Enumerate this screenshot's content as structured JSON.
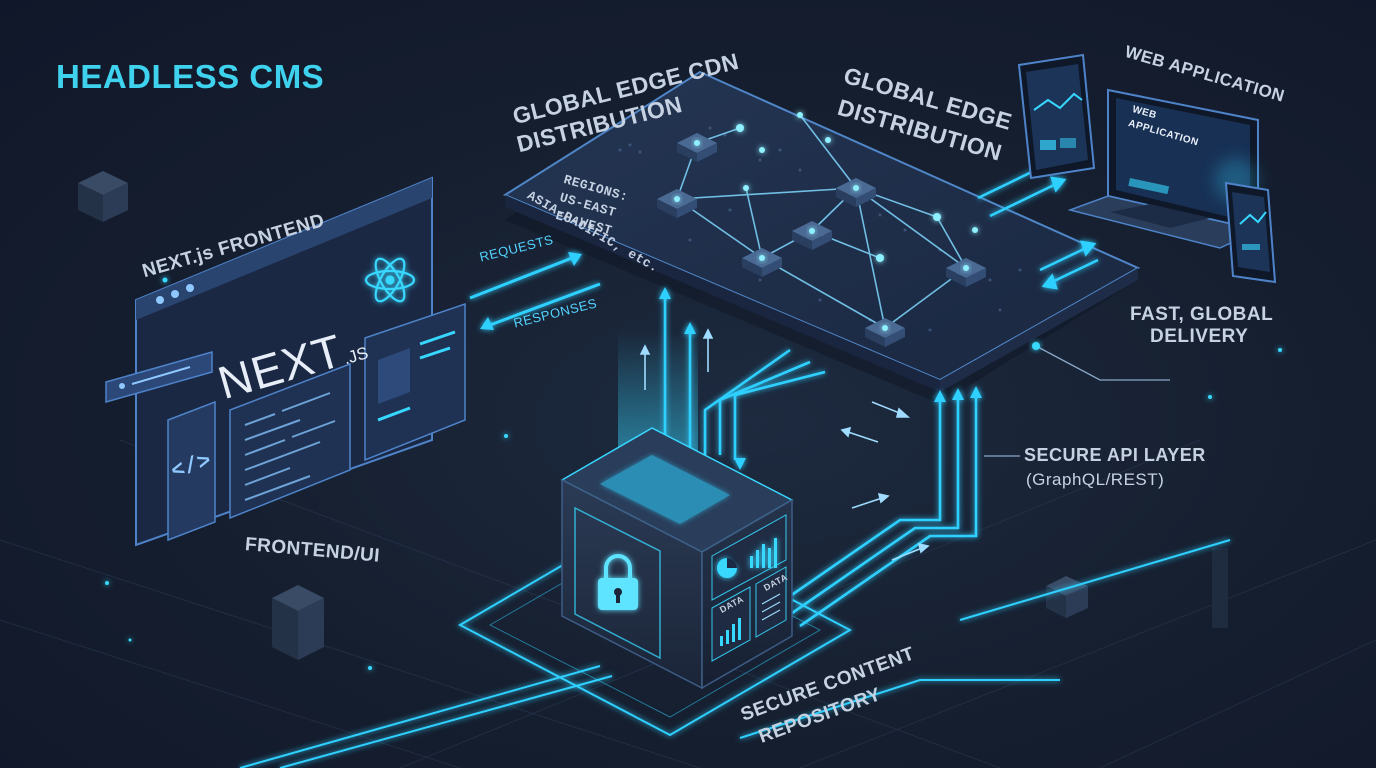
{
  "title": "HEADLESS CMS",
  "labels": {
    "cdn_title_line1": "GLOBAL EDGE CDN",
    "cdn_title_line2": "DISTRIBUTION",
    "edge_title_line1": "GLOBAL EDGE",
    "edge_title_line2": "DISTRIBUTION",
    "regions_heading": "REGIONS:",
    "regions_line1": "US-EAST",
    "regions_line2": "EU-WEST",
    "regions_line3": "ASIA-PACIFIC, etc.",
    "frontend_title": "NEXT.js FRONTEND",
    "next_logo_main": "NEXT",
    "next_logo_suffix": ".JS",
    "code_glyph": "</>",
    "frontend_ui": "FRONTEND/UI",
    "requests": "REQUESTS",
    "responses": "RESPONSES",
    "web_app": "WEB APPLICATION",
    "web_app_screen_line1": "WEB",
    "web_app_screen_line2": "APPLICATION",
    "fast_line1": "FAST, GLOBAL",
    "fast_line2": "DELIVERY",
    "api_line1": "SECURE API LAYER",
    "api_line2": "(GraphQL/REST)",
    "repo_line1": "SECURE CONTENT",
    "repo_line2": "REPOSITORY",
    "data_tag1": "DATA",
    "data_tag2": "DATA"
  },
  "colors": {
    "accent": "#2fd0ff",
    "background": "#151e2e",
    "panel": "#23385c",
    "panel_border": "#4e83c9"
  },
  "icons": {
    "lock": "lock-icon",
    "react": "react-atom-icon",
    "code": "code-brackets-icon",
    "pie": "pie-chart-icon",
    "bars": "bar-chart-icon"
  }
}
